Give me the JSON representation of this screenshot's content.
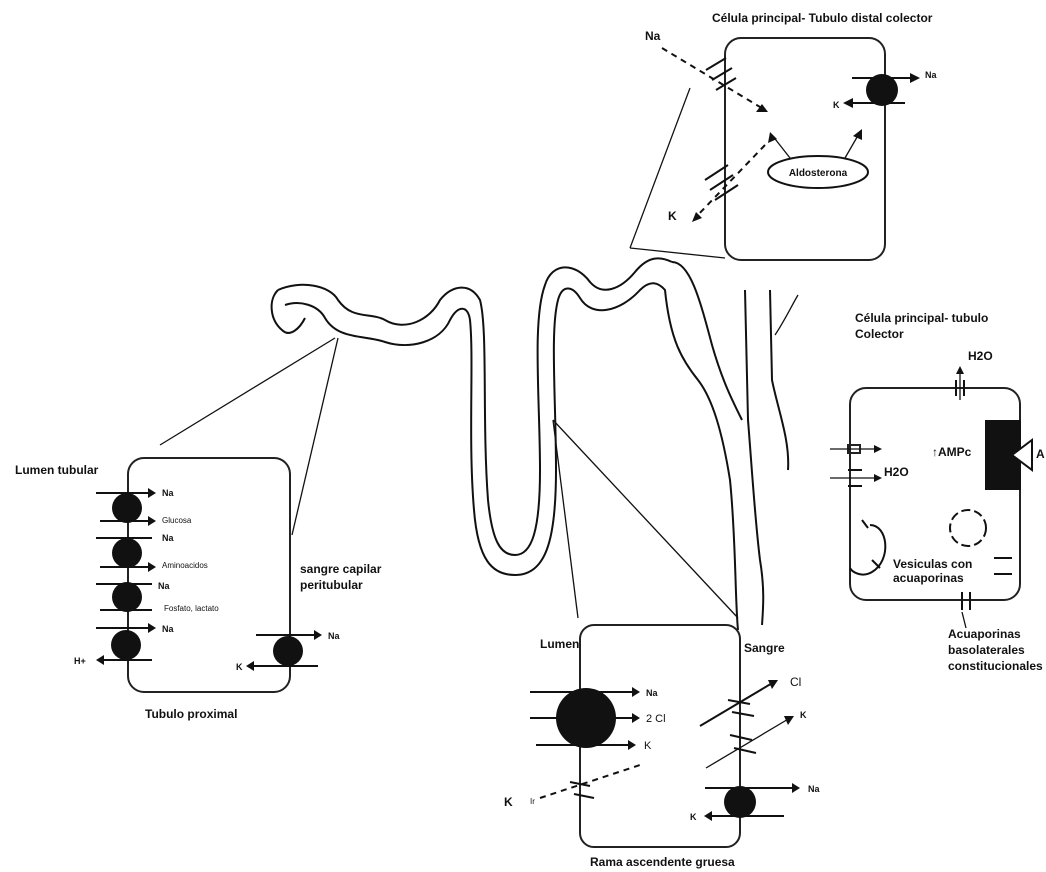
{
  "diagram": {
    "distal": {
      "title": "Célula principal- Tubulo distal colector",
      "na": "Na",
      "na_pump": "Na",
      "k_pump": "K",
      "hormone": "Aldosterona",
      "k_channel": "K"
    },
    "collector": {
      "title_line1": "Célula principal- tubulo",
      "title_line2": "Colector",
      "h2o_top": "H2O",
      "h2o_left": "H2O",
      "ampc": "↑AMPc",
      "adh": "A",
      "vesicles_line1": "Vesiculas con",
      "vesicles_line2": "acuaporinas",
      "baso_line1": "Acuaporinas",
      "baso_line2": "basolaterales",
      "baso_line3": "constitucionales"
    },
    "proximal": {
      "lumen_label": "Lumen tubular",
      "na1": "Na",
      "glucose": "Glucosa",
      "na2": "Na",
      "amino": "Aminoacidos",
      "na3": "Na",
      "phosphate": "Fosfato, lactato",
      "na4": "Na",
      "h_plus": "H+",
      "blood_line1": "sangre capilar",
      "blood_line2": "peritubular",
      "na_pump": "Na",
      "k_pump": "K",
      "caption": "Tubulo proximal"
    },
    "loop": {
      "lumen_label": "Lumen",
      "blood_label": "Sangre",
      "na": "Na",
      "cl2": "2 Cl",
      "k": "K",
      "cl_out": "Cl",
      "k_out": "K",
      "k_lumen": "K",
      "na_pump": "Na",
      "k_pump": "K",
      "caption": "Rama ascendente gruesa"
    }
  }
}
